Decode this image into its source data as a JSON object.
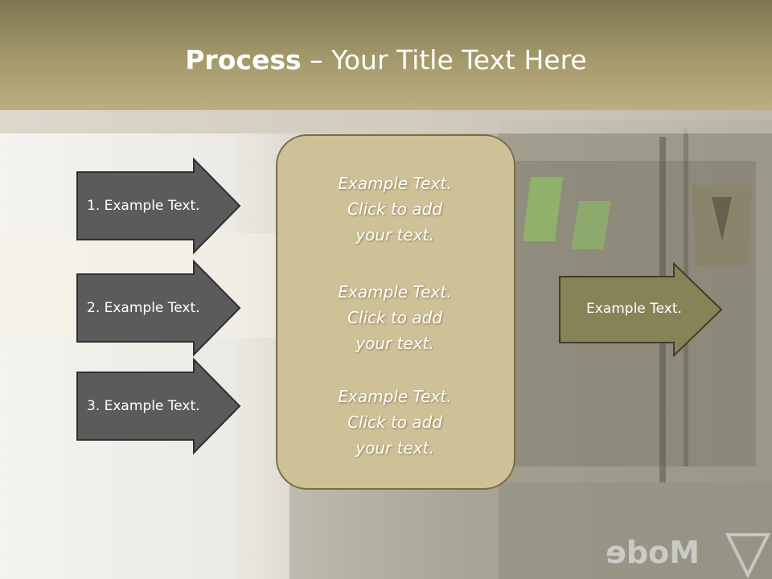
{
  "title": {
    "bold": "Process",
    "rest": " – Your Title Text Here"
  },
  "left_arrows": [
    {
      "label": "1. Example Text."
    },
    {
      "label": "2. Example Text."
    },
    {
      "label": "3. Example Text."
    }
  ],
  "center_box": {
    "items": [
      {
        "lines": [
          "Example Text.",
          "Click  to add",
          "your text."
        ]
      },
      {
        "lines": [
          "Example Text.",
          "Click  to add",
          "your text."
        ]
      },
      {
        "lines": [
          "Example Text.",
          "Click  to add",
          "your text."
        ]
      }
    ]
  },
  "right_arrow": {
    "label": "Example Text."
  },
  "colors": {
    "title_bar": "#a59a6c",
    "left_arrow_fill": "#5b5b5b",
    "center_box_fill": "#cfc197",
    "right_arrow_fill": "#868457"
  }
}
